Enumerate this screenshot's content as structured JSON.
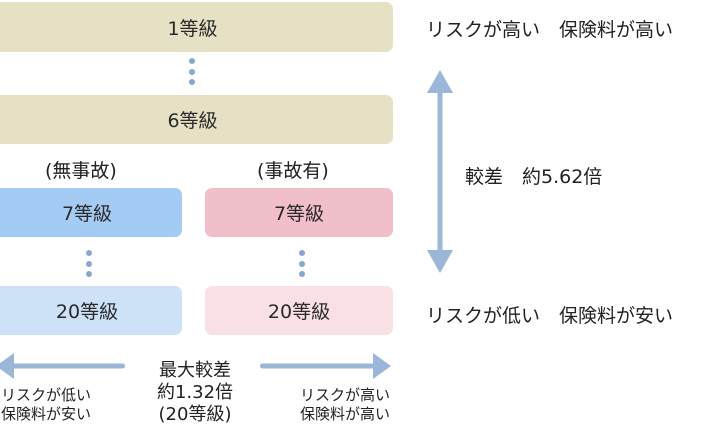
{
  "grades": {
    "top": "1等級",
    "sixth": "6等級",
    "no_accident_header": "(無事故)",
    "accident_header": "(事故有)",
    "no_accident_7": "7等級",
    "no_accident_20": "20等級",
    "accident_7": "7等級",
    "accident_20": "20等級"
  },
  "right_panel": {
    "high_label": "リスクが高い　保険料が高い",
    "diff_label": "較差　約5.62倍",
    "low_label": "リスクが低い　保険料が安い"
  },
  "bottom": {
    "left_line1": "リスクが低い",
    "left_line2": "保険料が安い",
    "center_line1": "最大較差",
    "center_line2": "約1.32倍",
    "center_line3": "(20等級)",
    "right_line1": "リスクが高い",
    "right_line2": "保険料が高い"
  },
  "colors": {
    "tan": "#e6e0c4",
    "blue_dark": "#a3cbf3",
    "blue_light": "#cde2f7",
    "pink_dark": "#f1bfca",
    "pink_light": "#f8e0e5",
    "arrow": "#9bb6d6",
    "dot": "#88a8cf"
  }
}
